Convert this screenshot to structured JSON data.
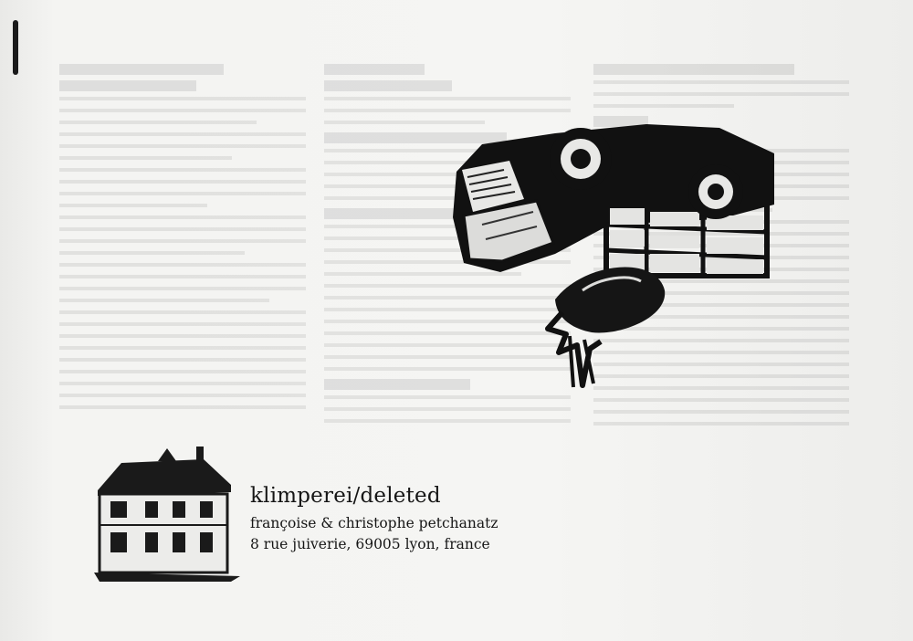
{
  "label": {
    "name": "klimperei/deleted",
    "people": "françoise & christophe petchanatz",
    "address": "8 rue juiverie, 69005 lyon, france"
  },
  "icons": {
    "illustration": "overturned-truck-with-turnip-illustration",
    "house": "house-drawing"
  },
  "colors": {
    "paper": "#f2f2f0",
    "ink": "#161616"
  }
}
